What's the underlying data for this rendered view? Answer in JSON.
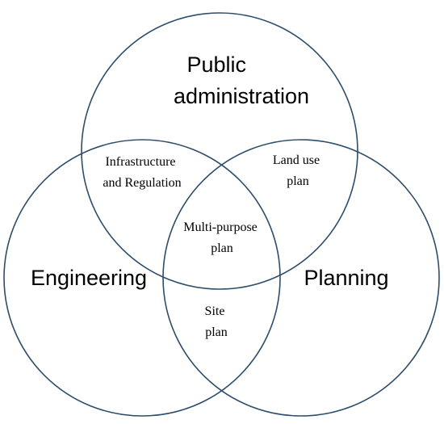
{
  "diagram": {
    "stroke_color": "#2e4d6b",
    "sets": [
      {
        "id": "public-administration",
        "lines": [
          "Public",
          "administration"
        ]
      },
      {
        "id": "engineering",
        "lines": [
          "Engineering"
        ]
      },
      {
        "id": "planning",
        "lines": [
          "Planning"
        ]
      }
    ],
    "overlaps": [
      {
        "id": "infrastructure-regulation",
        "members": [
          "public-administration",
          "engineering"
        ],
        "lines": [
          "Infrastructure",
          "and Regulation"
        ]
      },
      {
        "id": "land-use-plan",
        "members": [
          "public-administration",
          "planning"
        ],
        "lines": [
          "Land use",
          "plan"
        ]
      },
      {
        "id": "multi-purpose-plan",
        "members": [
          "public-administration",
          "engineering",
          "planning"
        ],
        "lines": [
          "Multi-purpose",
          "plan"
        ]
      },
      {
        "id": "site-plan",
        "members": [
          "engineering",
          "planning"
        ],
        "lines": [
          "Site",
          "plan"
        ]
      }
    ]
  }
}
